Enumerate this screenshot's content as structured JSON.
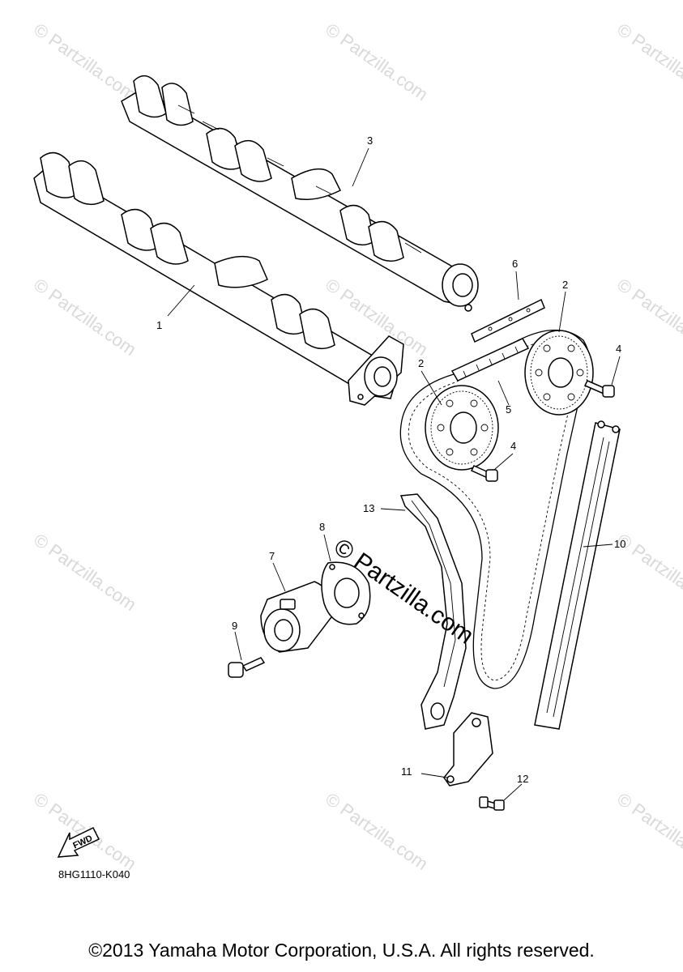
{
  "callouts": {
    "c1": "1",
    "c2a": "2",
    "c2b": "2",
    "c3": "3",
    "c4a": "4",
    "c4b": "4",
    "c5": "5",
    "c6": "6",
    "c7": "7",
    "c8": "8",
    "c9": "9",
    "c10": "10",
    "c11": "11",
    "c12": "12",
    "c13": "13"
  },
  "watermark": "© Partzilla.com",
  "fwd_label": "FWD",
  "part_code": "8HG1110-K040",
  "copyright": "©2013 Yamaha Motor Corporation, U.S.A. All rights reserved."
}
